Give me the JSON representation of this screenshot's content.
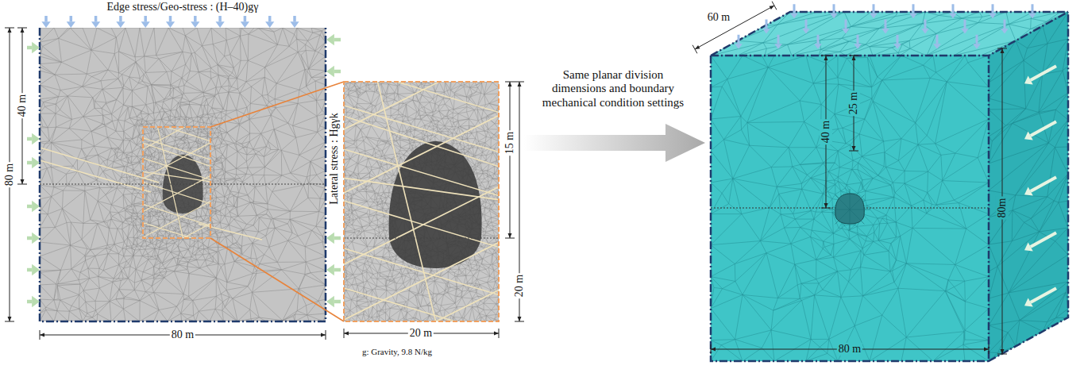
{
  "diagram": {
    "labels": [
      "Edge stress/Geo-stress : (H–40)gγ",
      "40 m",
      "80 m",
      "Lateral stress : Hgγk",
      "15 m",
      "20 m",
      "80 m",
      "20 m",
      "g: Gravity, 9.8 N/kg",
      "Same planar division dimensions and boundary mechanical condition settings",
      "60 m",
      "40 m",
      "25 m",
      "80m",
      "80 m"
    ]
  }
}
